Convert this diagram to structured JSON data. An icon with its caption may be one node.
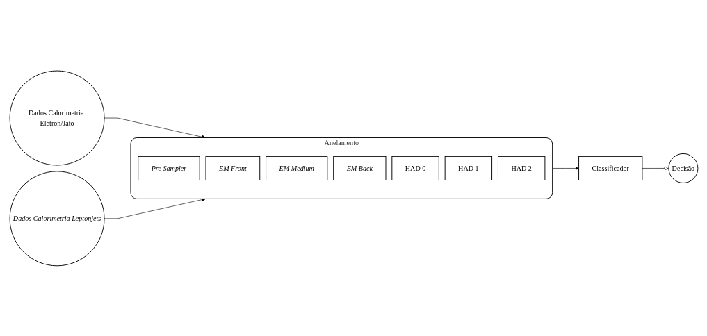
{
  "diagram": {
    "nodes": [
      {
        "text": [
          "Dados Calorimetria Elétron/Jato"
        ]
      },
      {
        "text": [
          "Dados Calorimetria Leptonjets"
        ]
      },
      {
        "text": [
          "Anelamento"
        ]
      },
      {
        "text": [
          "Pre Sampler"
        ],
        "in": 2
      },
      {
        "text": [
          "EM Front"
        ],
        "in": 2
      },
      {
        "text": [
          "EM Medium"
        ],
        "in": 2
      },
      {
        "text": [
          "EM Back"
        ],
        "in": 2
      },
      {
        "text": [
          "HAD 0"
        ],
        "in": 2
      },
      {
        "text": [
          "HAD 1"
        ],
        "in": 2
      },
      {
        "text": [
          "HAD 2"
        ],
        "in": 2
      },
      {
        "text": [
          "Classificador"
        ]
      },
      {
        "text": [
          "Decisão"
        ]
      }
    ],
    "edges": [
      {
        "from": 0,
        "to": 2,
        "arrow": "to"
      },
      {
        "from": 1,
        "to": 2,
        "arrow": "to"
      },
      {
        "from": 2,
        "to": 10,
        "arrow": "to"
      },
      {
        "from": 10,
        "to": 11,
        "arrow": "other"
      }
    ]
  }
}
